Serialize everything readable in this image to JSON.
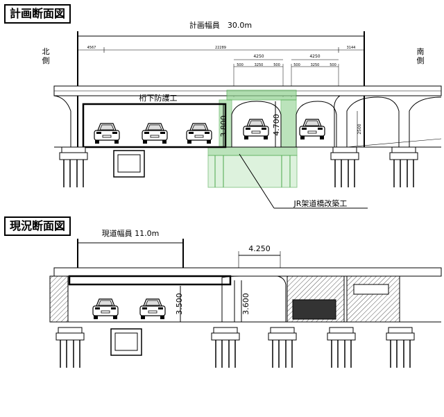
{
  "plan": {
    "title": "計画断面図",
    "width_label": "計画幅員　30.0m",
    "north_side": "北\n側",
    "south_side": "南\n側",
    "dim_small": [
      "4567",
      "22289",
      "3144"
    ],
    "dim_4250_a": "4250",
    "dim_4250_b": "4250",
    "dim_sub_a": [
      "500",
      "3250",
      "500"
    ],
    "dim_sub_b": [
      "500",
      "3250",
      "500"
    ],
    "girder_label": "桁下防護工",
    "height_a": "3.800",
    "height_b": "4.700",
    "height_small": "2500",
    "jr_label": "JR架道橋改築工",
    "colors": {
      "green": "#8fd18f",
      "green_stroke": "#4aa84a"
    }
  },
  "current": {
    "title": "現況断面図",
    "width_label": "現道幅員 11.0m",
    "dim_4250": "4.250",
    "height_a": "3.500",
    "height_b": "3.600"
  }
}
